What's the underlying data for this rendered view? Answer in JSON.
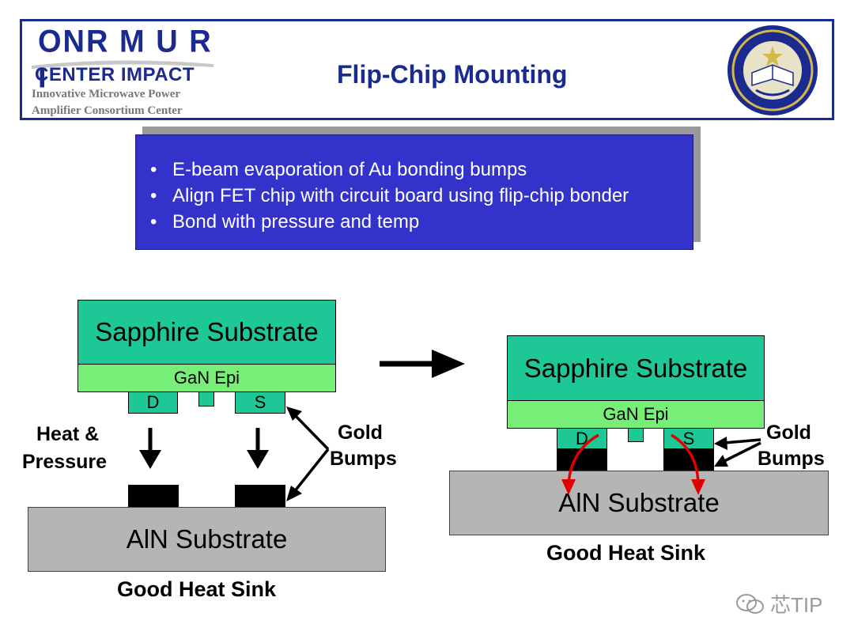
{
  "header": {
    "logo_line1": "ONR M U R I",
    "logo_line2": "CENTER IMPACT",
    "logo_line3": "Innovative Microwave Power",
    "logo_line4": "Amplifier Consortium Center",
    "title": "Flip-Chip Mounting",
    "seal_icon": "university-seal-icon"
  },
  "bullets": [
    "E-beam evaporation of Au bonding bumps",
    "Align FET chip with circuit board using flip-chip bonder",
    "Bond with pressure and temp"
  ],
  "left_diagram": {
    "sapphire": "Sapphire Substrate",
    "epi": "GaN Epi",
    "pad_d": "D",
    "pad_s": "S",
    "heat_label_1": "Heat &",
    "heat_label_2": "Pressure",
    "gold_label_1": "Gold",
    "gold_label_2": "Bumps",
    "aln": "AlN Substrate",
    "caption": "Good Heat Sink"
  },
  "right_diagram": {
    "sapphire": "Sapphire Substrate",
    "epi": "GaN Epi",
    "pad_d": "D",
    "pad_s": "S",
    "gold_label_1": "Gold",
    "gold_label_2": "Bumps",
    "aln": "AlN Substrate",
    "caption": "Good Heat Sink"
  },
  "watermark": "芯TIP",
  "colors": {
    "header_blue": "#1b2a8f",
    "bullet_box": "#3333cc",
    "sapphire": "#1ec896",
    "epi": "#77ee77",
    "aln": "#b5b5b5",
    "heat_arrow": "#e00000"
  }
}
